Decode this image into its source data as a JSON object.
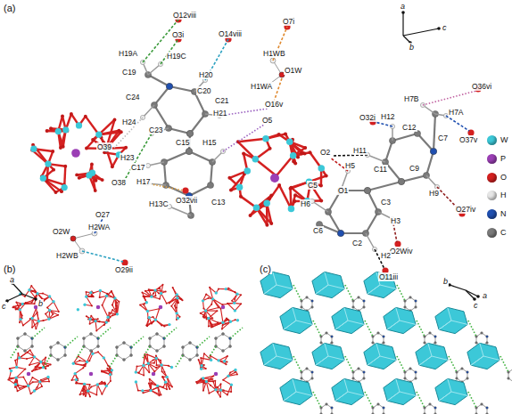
{
  "diagram": {
    "labels": [
      "(a)",
      "O12viii",
      "O7i",
      "O3i",
      "O14viii",
      "H19A",
      "H19C",
      "H1WB",
      "O1W",
      "H1WA",
      "C19",
      "H20",
      "C20",
      "O36vi",
      "C24",
      "H21",
      "C21",
      "O16v",
      "H7B",
      "H7A",
      "O32i",
      "H12",
      "C12",
      "O37v",
      "O5",
      "H24",
      "C23",
      "C15",
      "H15",
      "C7",
      "O39",
      "H23",
      "C17",
      "O2",
      "H11",
      "C11",
      "H5",
      "O38",
      "C9",
      "H17",
      "O32vii",
      "C5",
      "O1",
      "H9",
      "C13",
      "H13C",
      "H6",
      "C6",
      "C3",
      "H3",
      "O27iv",
      "O27",
      "H2WA",
      "O2W",
      "C2",
      "O2Wiv",
      "H2WB",
      "O29ii",
      "H2",
      "O11iii",
      "a",
      "c",
      "b",
      "(b)",
      "a",
      "b",
      "c",
      "(c)",
      "b",
      "c",
      "a"
    ],
    "legend": [
      {
        "text": "W",
        "color": "#3cc8d8"
      },
      {
        "text": "P",
        "color": "#9b3fb5"
      },
      {
        "text": "O",
        "color": "#d42020"
      },
      {
        "text": "H",
        "color": "#e6e6e6"
      },
      {
        "text": "N",
        "color": "#1f4fb0"
      },
      {
        "text": "C",
        "color": "#7a7a7a"
      }
    ]
  }
}
